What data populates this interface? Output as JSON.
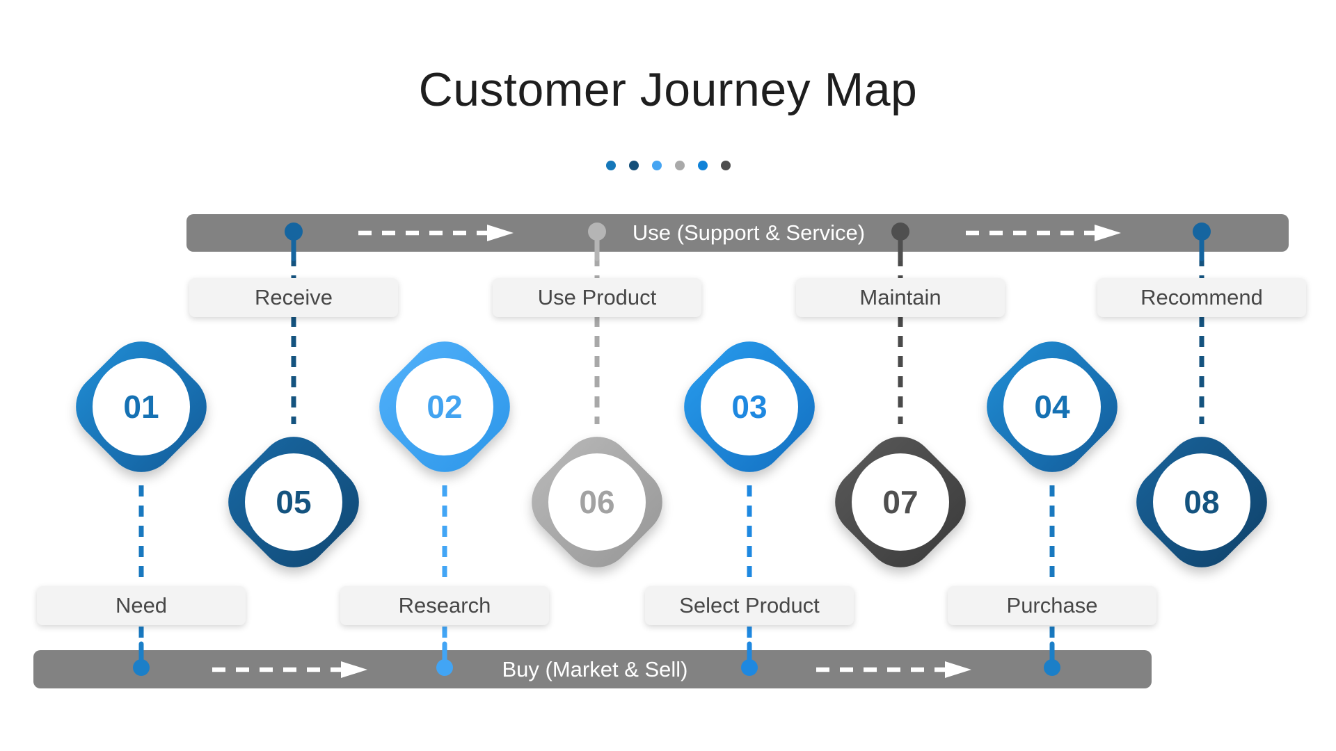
{
  "title": "Customer Journey Map",
  "title_dots": [
    "#1577b9",
    "#144f79",
    "#45a4f2",
    "#a9a9a9",
    "#0f82d8",
    "#4e4e4e"
  ],
  "theme": {
    "background": "#ffffff",
    "title_color": "#1e1e1e",
    "label_bg": "#f3f3f3",
    "label_text": "#474747",
    "bar_color": "#828282",
    "bar_text": "#ffffff",
    "arrow_color": "#ffffff"
  },
  "bars": {
    "top": {
      "label": "Use (Support & Service)"
    },
    "bottom": {
      "label": "Buy (Market & Sell)"
    }
  },
  "stages": [
    {
      "number": "01",
      "label": "Need",
      "journey": "buy",
      "diamond_gradient_start": "#1e85cb",
      "diamond_gradient_end": "#1565a4",
      "number_color": "#1571b3",
      "line_color": "#1878bf",
      "pin_color": "#1b7fc8"
    },
    {
      "number": "02",
      "label": "Research",
      "journey": "buy",
      "diamond_gradient_start": "#4bacf7",
      "diamond_gradient_end": "#339bec",
      "number_color": "#42a3f0",
      "line_color": "#42a5f5",
      "pin_color": "#42a5f5"
    },
    {
      "number": "03",
      "label": "Select Product",
      "journey": "buy",
      "diamond_gradient_start": "#2494e6",
      "diamond_gradient_end": "#1778c9",
      "number_color": "#1e88e0",
      "line_color": "#1e88e0",
      "pin_color": "#1e88e0"
    },
    {
      "number": "04",
      "label": "Purchase",
      "journey": "buy",
      "diamond_gradient_start": "#1e85cb",
      "diamond_gradient_end": "#1565a4",
      "number_color": "#1571b3",
      "line_color": "#1878bf",
      "pin_color": "#1b7fc8"
    },
    {
      "number": "05",
      "label": "Receive",
      "journey": "use",
      "diamond_gradient_start": "#17639c",
      "diamond_gradient_end": "#124e7c",
      "number_color": "#14537f",
      "line_color": "#14537f",
      "pin_color": "#1565a0"
    },
    {
      "number": "06",
      "label": "Use Product",
      "journey": "use",
      "diamond_gradient_start": "#b3b3b3",
      "diamond_gradient_end": "#9d9d9d",
      "number_color": "#a2a2a2",
      "line_color": "#a8a8a8",
      "pin_color": "#b5b5b5"
    },
    {
      "number": "07",
      "label": "Maintain",
      "journey": "use",
      "diamond_gradient_start": "#545454",
      "diamond_gradient_end": "#404040",
      "number_color": "#4f4f4f",
      "line_color": "#4a4a4a",
      "pin_color": "#4f4f4f"
    },
    {
      "number": "08",
      "label": "Recommend",
      "journey": "use",
      "diamond_gradient_start": "#175d92",
      "diamond_gradient_end": "#114873",
      "number_color": "#14537f",
      "line_color": "#14537f",
      "pin_color": "#1565a0"
    }
  ]
}
